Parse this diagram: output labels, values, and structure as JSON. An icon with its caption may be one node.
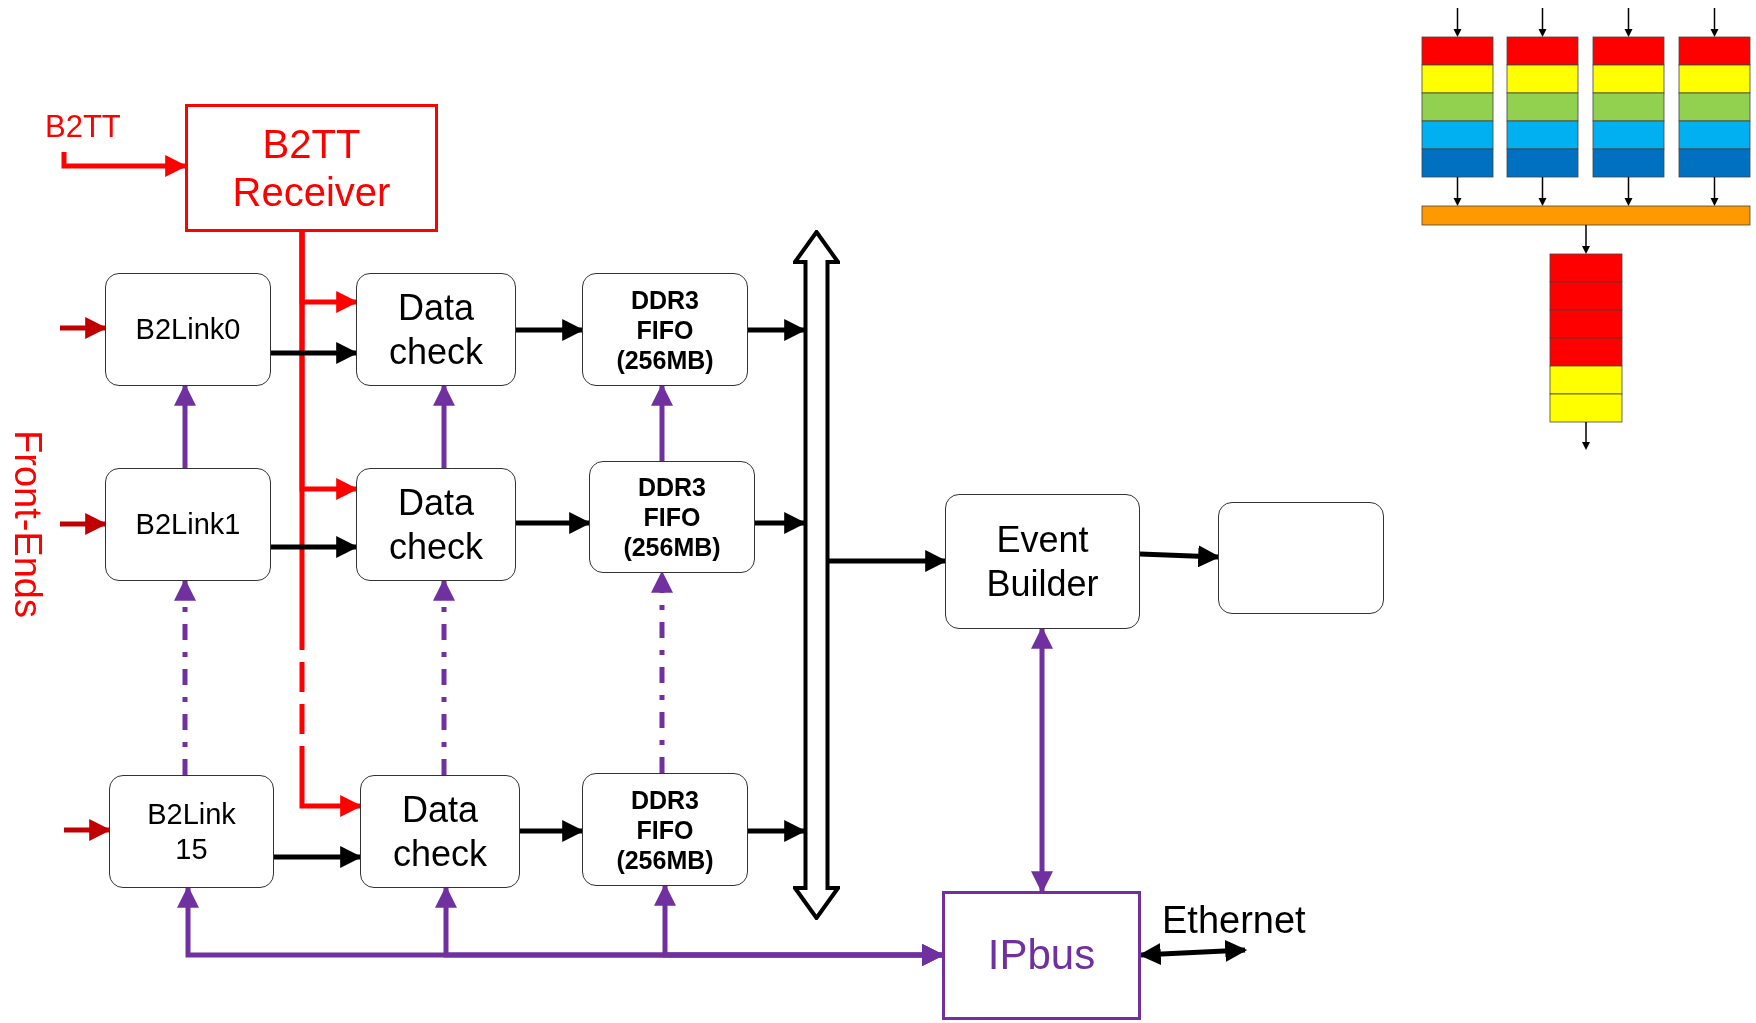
{
  "diagram": {
    "nodes": [
      {
        "text": [
          "B2TT"
        ]
      },
      {
        "text": [
          "B2TT Receiver"
        ]
      },
      {
        "text": [
          "B2Link0"
        ]
      },
      {
        "text": [
          "Data check"
        ]
      },
      {
        "text": [
          "DDR3 FIFO (256MB)"
        ]
      },
      {
        "text": [
          "B2Link1"
        ]
      },
      {
        "text": [
          "Data check"
        ]
      },
      {
        "text": [
          "DDR3 FIFO (256MB)"
        ]
      },
      {
        "text": [
          "B2Link 15"
        ]
      },
      {
        "text": [
          "Data check"
        ]
      },
      {
        "text": [
          "DDR3 FIFO (256MB)"
        ]
      },
      {
        "text": [],
        "shape": "bar"
      },
      {
        "text": [
          "Event Builder"
        ]
      },
      {
        "text": [],
        "shape": "box"
      },
      {
        "text": [
          "IPbus"
        ]
      },
      {
        "text": [
          "Ethernet"
        ]
      }
    ],
    "edges": [
      {
        "from": 0,
        "to": 1,
        "arrow": "to",
        "color": "#ff0000"
      },
      {
        "from": null,
        "to": 2,
        "arrow": "to",
        "color": "#c00000"
      },
      {
        "from": null,
        "to": 5,
        "arrow": "to",
        "color": "#c00000"
      },
      {
        "from": null,
        "to": 8,
        "arrow": "to",
        "color": "#c00000"
      },
      {
        "from": 1,
        "to": 3,
        "arrow": "to",
        "color": "#ff0000"
      },
      {
        "from": 1,
        "to": 6,
        "arrow": "to",
        "color": "#ff0000"
      },
      {
        "from": 1,
        "to": 9,
        "arrow": "to",
        "style": "dashed",
        "color": "#ff0000"
      },
      {
        "from": 2,
        "to": 3,
        "arrow": "to"
      },
      {
        "from": 5,
        "to": 6,
        "arrow": "to"
      },
      {
        "from": 8,
        "to": 9,
        "arrow": "to"
      },
      {
        "from": 3,
        "to": 4,
        "arrow": "to"
      },
      {
        "from": 6,
        "to": 7,
        "arrow": "to"
      },
      {
        "from": 9,
        "to": 10,
        "arrow": "to"
      },
      {
        "from": 4,
        "to": 11,
        "arrow": "to"
      },
      {
        "from": 7,
        "to": 11,
        "arrow": "to"
      },
      {
        "from": 10,
        "to": 11,
        "arrow": "to"
      },
      {
        "from": 11,
        "to": 12,
        "arrow": "to"
      },
      {
        "from": 12,
        "to": 13,
        "arrow": "to"
      },
      {
        "from": 14,
        "to": 12,
        "arrow": "both",
        "color": "#7030a0"
      },
      {
        "from": 5,
        "to": 2,
        "arrow": "to",
        "color": "#7030a0"
      },
      {
        "from": 8,
        "to": 5,
        "arrow": "to",
        "style": "dashed",
        "color": "#7030a0"
      },
      {
        "from": 6,
        "to": 3,
        "arrow": "to",
        "color": "#7030a0"
      },
      {
        "from": 9,
        "to": 6,
        "arrow": "to",
        "style": "dashed",
        "color": "#7030a0"
      },
      {
        "from": 7,
        "to": 4,
        "arrow": "to",
        "color": "#7030a0"
      },
      {
        "from": 10,
        "to": 7,
        "arrow": "to",
        "style": "dashed",
        "color": "#7030a0"
      },
      {
        "from": 14,
        "to": 8,
        "arrow": "both",
        "color": "#7030a0"
      },
      {
        "from": 14,
        "to": 9,
        "arrow": "both",
        "color": "#7030a0"
      },
      {
        "from": 14,
        "to": 10,
        "arrow": "both",
        "color": "#7030a0"
      },
      {
        "from": 14,
        "to": 15,
        "arrow": "both"
      }
    ],
    "labels": [
      "Front-Ends"
    ]
  }
}
